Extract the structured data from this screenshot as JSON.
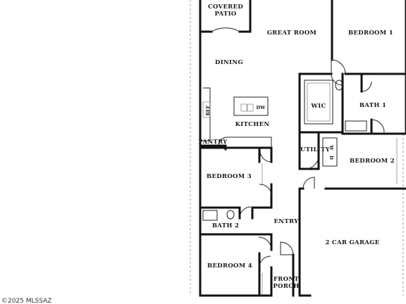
{
  "rooms": {
    "covered_patio": [
      "COVERED",
      "PATIO"
    ],
    "great_room": "GREAT ROOM",
    "bedroom_1": "BEDROOM 1",
    "dining": "DINING",
    "wic": "WIC",
    "bath_1": "BATH 1",
    "ref": "REF",
    "dw": "DW",
    "kitchen": "KITCHEN",
    "pantry": "PANTRY",
    "utility": "UTILITY",
    "w": "W",
    "d": "D",
    "bedroom_2": "BEDROOM 2",
    "bedroom_3": "BEDROOM 3",
    "bath_2": "BATH 2",
    "entry": "ENTRY",
    "garage": "2 CAR GARAGE",
    "bedroom_4": "BEDROOM 4",
    "front_porch": [
      "FRONT",
      "PORCH"
    ]
  },
  "watermark": "©2025 MLSSAZ"
}
